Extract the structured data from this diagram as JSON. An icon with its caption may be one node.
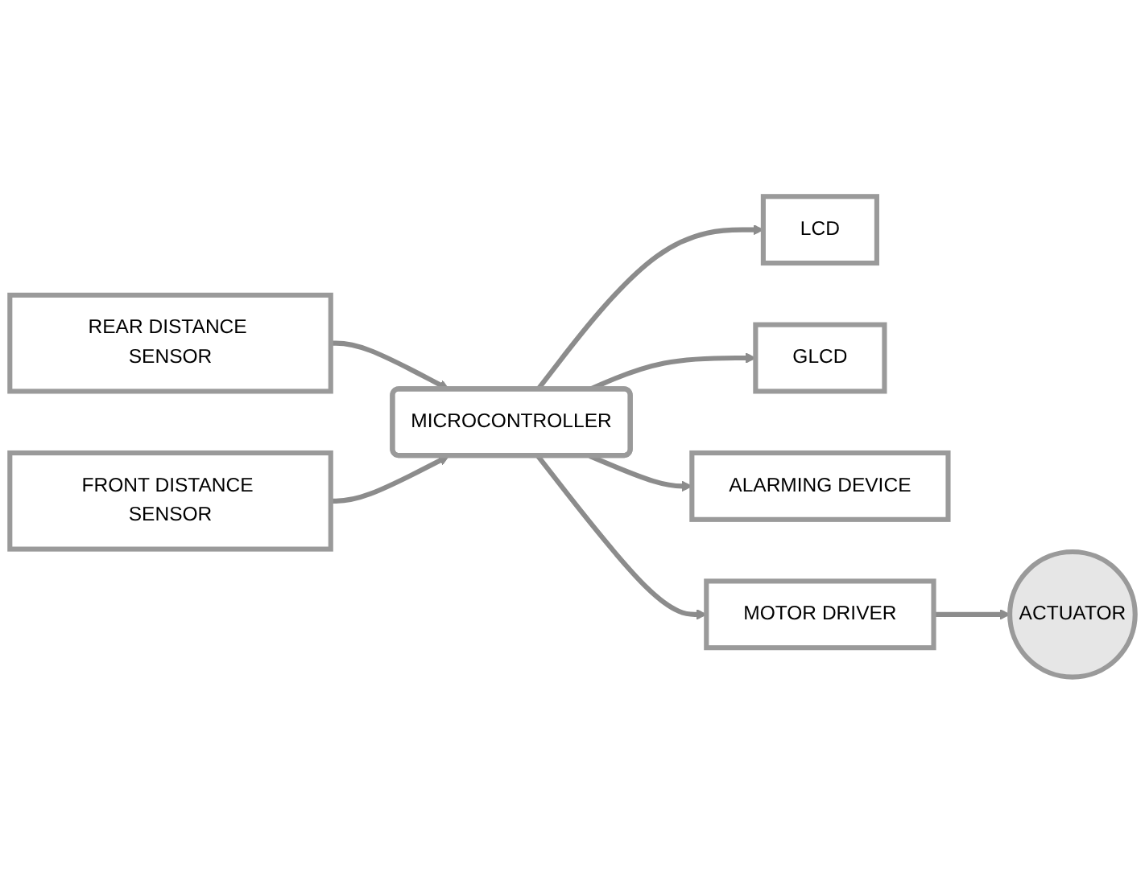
{
  "diagram": {
    "nodes": [
      {
        "text": [
          "LCD"
        ]
      },
      {
        "text": [
          "GLCD"
        ]
      },
      {
        "text": [
          "REAR DISTANCE SENSOR"
        ]
      },
      {
        "text": [
          "MICROCONTROLLER"
        ]
      },
      {
        "text": [
          "ALARMING DEVICE"
        ]
      },
      {
        "text": [
          "FRONT DISTANCE SENSOR"
        ]
      },
      {
        "text": [
          "MOTOR DRIVER"
        ]
      },
      {
        "text": [
          "ACTUATOR"
        ]
      }
    ],
    "edges": [
      {
        "from": 2,
        "to": 3,
        "arrow": "to"
      },
      {
        "from": 5,
        "to": 3,
        "arrow": "to"
      },
      {
        "from": 3,
        "to": 0,
        "arrow": "to"
      },
      {
        "from": 3,
        "to": 1,
        "arrow": "to"
      },
      {
        "from": 3,
        "to": 4,
        "arrow": "to"
      },
      {
        "from": 3,
        "to": 6,
        "arrow": "to"
      },
      {
        "from": 6,
        "to": 7,
        "arrow": "to"
      }
    ]
  }
}
